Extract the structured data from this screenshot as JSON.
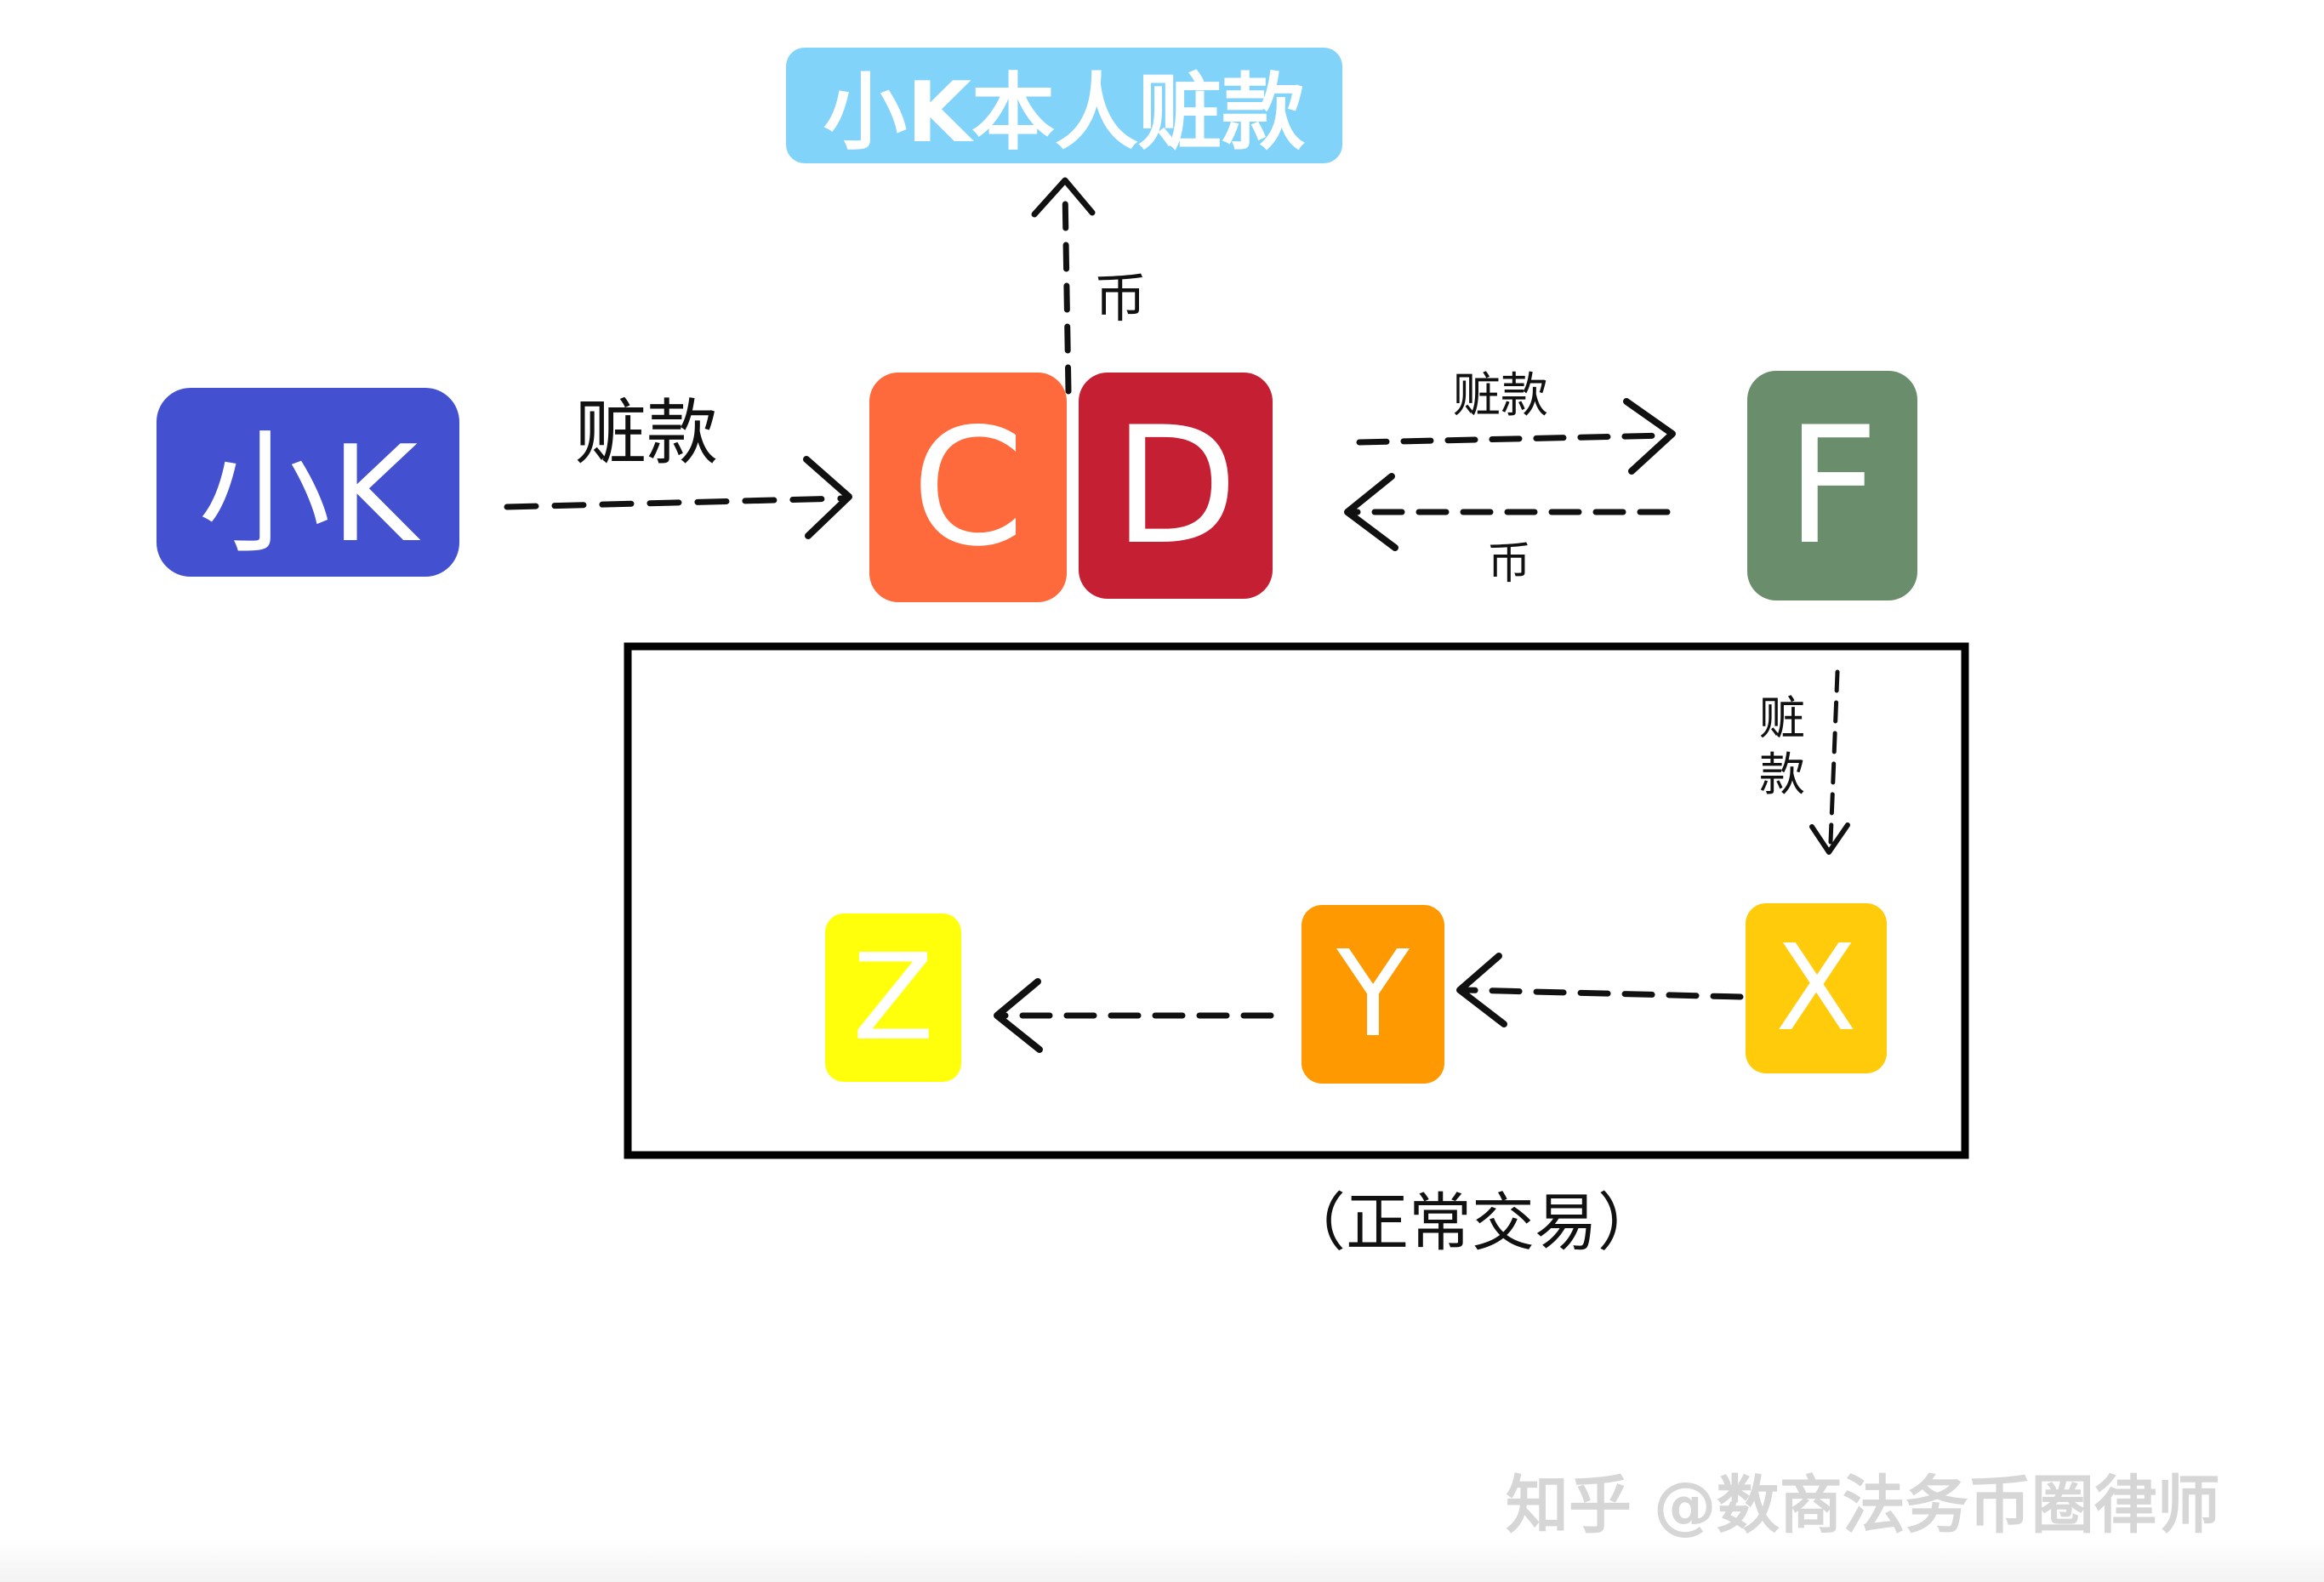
{
  "nodes": {
    "xiaok": {
      "label": "小K",
      "color": "#4350CF"
    },
    "c": {
      "label": "C",
      "color": "#FF6A3D"
    },
    "d": {
      "label": "D",
      "color": "#C41F33"
    },
    "f": {
      "label": "F",
      "color": "#6A8E6C"
    },
    "x": {
      "label": "X",
      "color": "#FFCB0A"
    },
    "y": {
      "label": "Y",
      "color": "#FF9902"
    },
    "z": {
      "label": "Z",
      "color": "#FFFF0B"
    },
    "destination": {
      "label": "小K本人赃款",
      "color": "#81D3FA"
    }
  },
  "edges": {
    "xiaok_to_cd": "赃款",
    "d_to_destination": "币",
    "d_to_f": "赃款",
    "f_to_d": "币",
    "f_to_x_line1": "赃",
    "f_to_x_line2": "款"
  },
  "box_caption": "（正常交易）",
  "watermark": "知乎 @数商法务币圈律师"
}
